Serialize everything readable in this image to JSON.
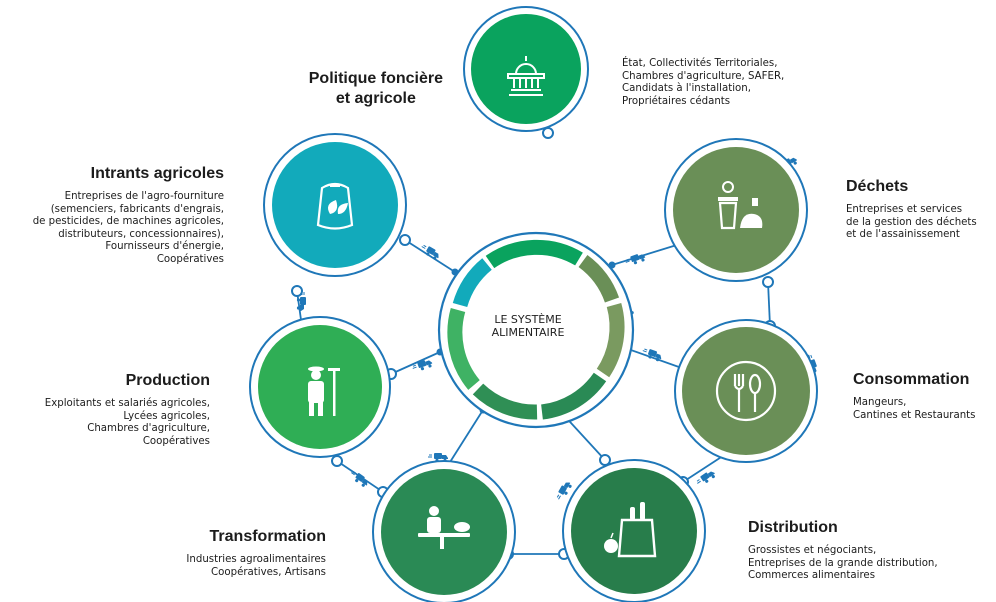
{
  "center": {
    "line1": "LE SYSTÈME",
    "line2": "ALIMENTAIRE"
  },
  "colors": {
    "ring": "#1f77b8",
    "politique": "#0aa35e",
    "intrants": "#12aabb",
    "production": "#2fae55",
    "transformation": "#2a8a55",
    "distribution": "#287d4b",
    "consommation": "#6a8f57",
    "dechets": "#6a8f57",
    "truck": "#1f77b8"
  },
  "nodes": {
    "politique": {
      "title": [
        "Politique foncière",
        "et agricole"
      ],
      "desc": [
        "État, Collectivités Territoriales,",
        "Chambres d'agriculture, SAFER,",
        "Candidats à l'installation,",
        "Propriétaires cédants"
      ],
      "icon": "capitol-building-icon"
    },
    "intrants": {
      "title": [
        "Intrants agricoles"
      ],
      "desc": [
        "Entreprises de l'agro-fourniture",
        "(semenciers, fabricants d'engrais,",
        "de pesticides, de machines agricoles,",
        "distributeurs, concessionnaires),",
        "Fournisseurs d'énergie,",
        "Coopératives"
      ],
      "icon": "seed-bag-icon"
    },
    "production": {
      "title": [
        "Production"
      ],
      "desc": [
        "Exploitants et salariés agricoles,",
        "Lycées agricoles,",
        "Chambres d'agriculture,",
        "Coopératives"
      ],
      "icon": "farmer-icon"
    },
    "transformation": {
      "title": [
        "Transformation"
      ],
      "desc": [
        "Industries agroalimentaires",
        "Coopératives, Artisans"
      ],
      "icon": "cook-icon"
    },
    "distribution": {
      "title": [
        "Distribution"
      ],
      "desc": [
        "Grossistes et négociants,",
        "Entreprises de la grande distribution,",
        "Commerces alimentaires"
      ],
      "icon": "grocery-bag-icon"
    },
    "consommation": {
      "title": [
        "Consommation"
      ],
      "desc": [
        "Mangeurs,",
        "Cantines et Restaurants"
      ],
      "icon": "plate-cutlery-icon"
    },
    "dechets": {
      "title": [
        "Déchets"
      ],
      "desc": [
        "Entreprises et services",
        "de la gestion des déchets",
        "et de l'assainissement"
      ],
      "icon": "waste-bin-icon"
    }
  }
}
